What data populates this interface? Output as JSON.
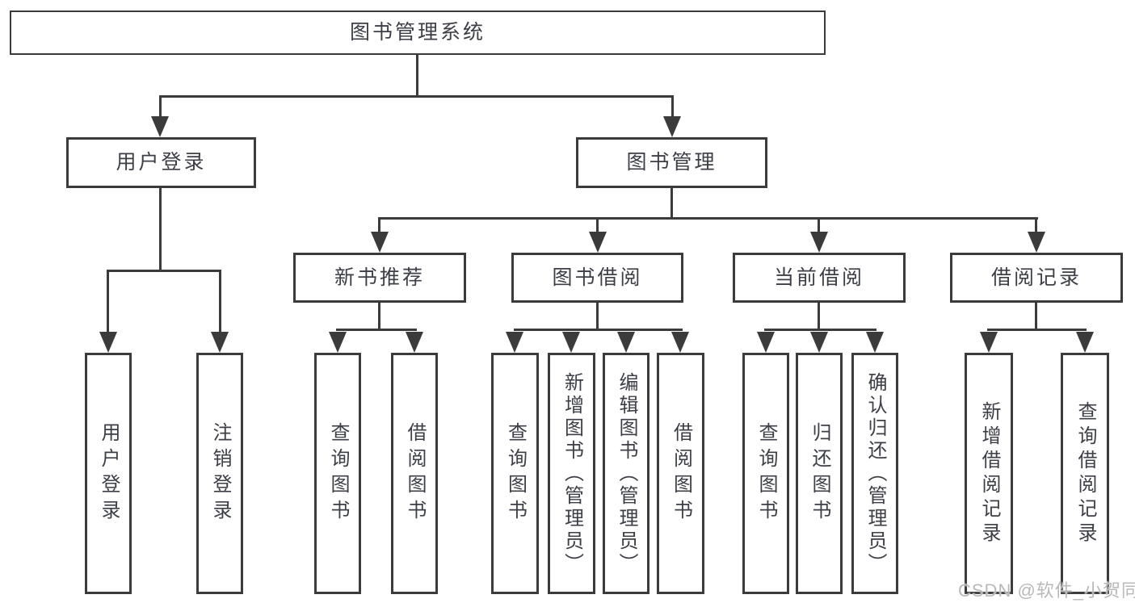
{
  "tree": {
    "root": {
      "label": "图书管理系统"
    },
    "branches": [
      {
        "label": "用户登录",
        "children": [
          {
            "label": "用户登录"
          },
          {
            "label": "注销登录"
          }
        ]
      },
      {
        "label": "图书管理",
        "sections": [
          {
            "label": "新书推荐",
            "children": [
              {
                "label": "查询图书"
              },
              {
                "label": "借阅图书"
              }
            ]
          },
          {
            "label": "图书借阅",
            "children": [
              {
                "label": "查询图书"
              },
              {
                "label": "新增图书（管理员）"
              },
              {
                "label": "编辑图书（管理员）"
              },
              {
                "label": "借阅图书"
              }
            ]
          },
          {
            "label": "当前借阅",
            "children": [
              {
                "label": "查询图书"
              },
              {
                "label": "归还图书"
              },
              {
                "label": "确认归还（管理员）"
              }
            ]
          },
          {
            "label": "借阅记录",
            "children": [
              {
                "label": "新增借阅记录"
              },
              {
                "label": "查询借阅记录"
              }
            ]
          }
        ]
      }
    ]
  },
  "watermark": {
    "text": "CSDN @软件_小贺同学"
  },
  "colors": {
    "line": "#3b3b3b",
    "text": "#3d3f46",
    "watermark": "#b9b9b9",
    "background": "#ffffff"
  }
}
